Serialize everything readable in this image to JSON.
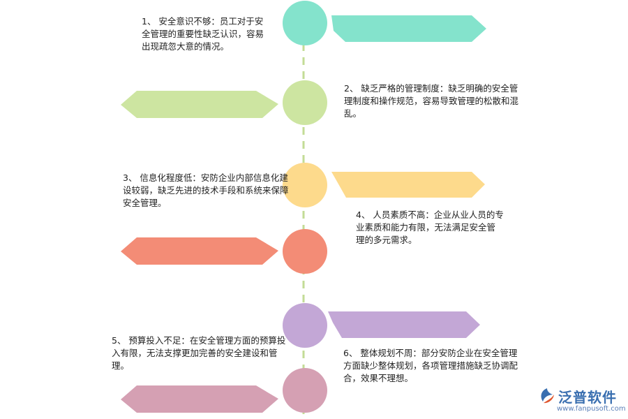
{
  "items": [
    {
      "text": "1、 安全意识不够：员工对于安全管理的重要性缺乏认识，容易出现疏忽大意的情况。",
      "color": "#84e3cc"
    },
    {
      "text": "2、 缺乏严格的管理制度：缺乏明确的安全管理制度和操作规范，容易导致管理的松散和混乱。",
      "color": "#cde5a1"
    },
    {
      "text": "3、 信息化程度低：安防企业内部信息化建设较弱，缺乏先进的技术手段和系统来保障安全管理。",
      "color": "#fdda8c"
    },
    {
      "text": "4、 人员素质不高：企业从业人员的专业素质和能力有限，无法满足安全管理的多元需求。",
      "color": "#f38c76"
    },
    {
      "text": "5、 预算投入不足：在安全管理方面的预算投入有限，无法支撑更加完善的安全建设和管理。",
      "color": "#c3a7d6"
    },
    {
      "text": "6、 整体规划不周：部分安防企业在安全管理方面缺少整体规划，各项管理措施缺乏协调配合，效果不理想。",
      "color": "#d5a0b3"
    }
  ],
  "timeline_color": "#c3dc96",
  "logo": {
    "name": "泛普软件",
    "url": "www.fanpusoft.com"
  }
}
